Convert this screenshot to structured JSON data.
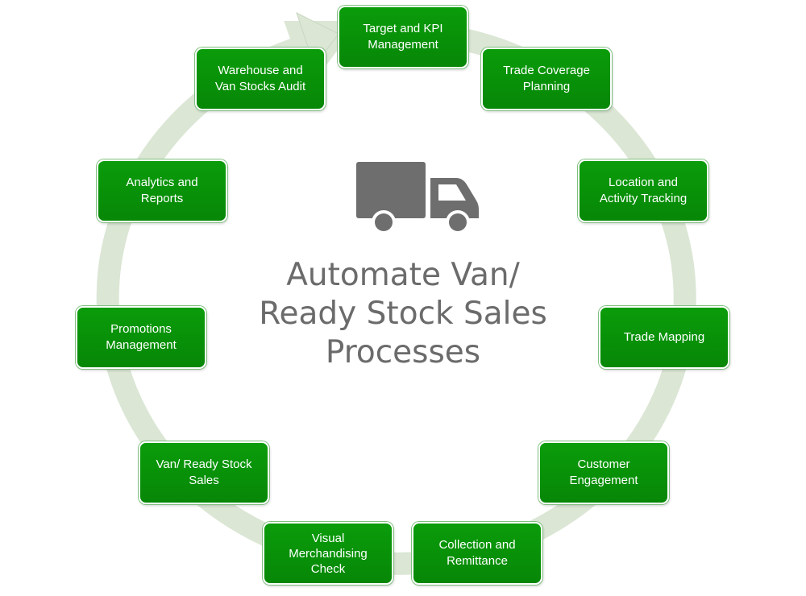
{
  "colors": {
    "node_fill": "#089408",
    "node_text": "#ffffff",
    "ring": "#dbe6d5",
    "title_text": "#6b6b6b",
    "truck": "#6e6e6e"
  },
  "center": {
    "icon": "delivery-truck-icon",
    "title": "Automate Van/\nReady Stock Sales\nProcesses"
  },
  "cycle": {
    "direction": "clockwise",
    "arrow_icon": "cycle-arrow-icon",
    "steps": [
      "Target and KPI\nManagement",
      "Trade Coverage\nPlanning",
      "Location and\nActivity Tracking",
      "Trade Mapping",
      "Customer\nEngagement",
      "Collection and\nRemittance",
      "Visual\nMerchandising\nCheck",
      "Van/ Ready Stock\nSales",
      "Promotions\nManagement",
      "Analytics and\nReports",
      "Warehouse and\nVan Stocks Audit"
    ]
  }
}
